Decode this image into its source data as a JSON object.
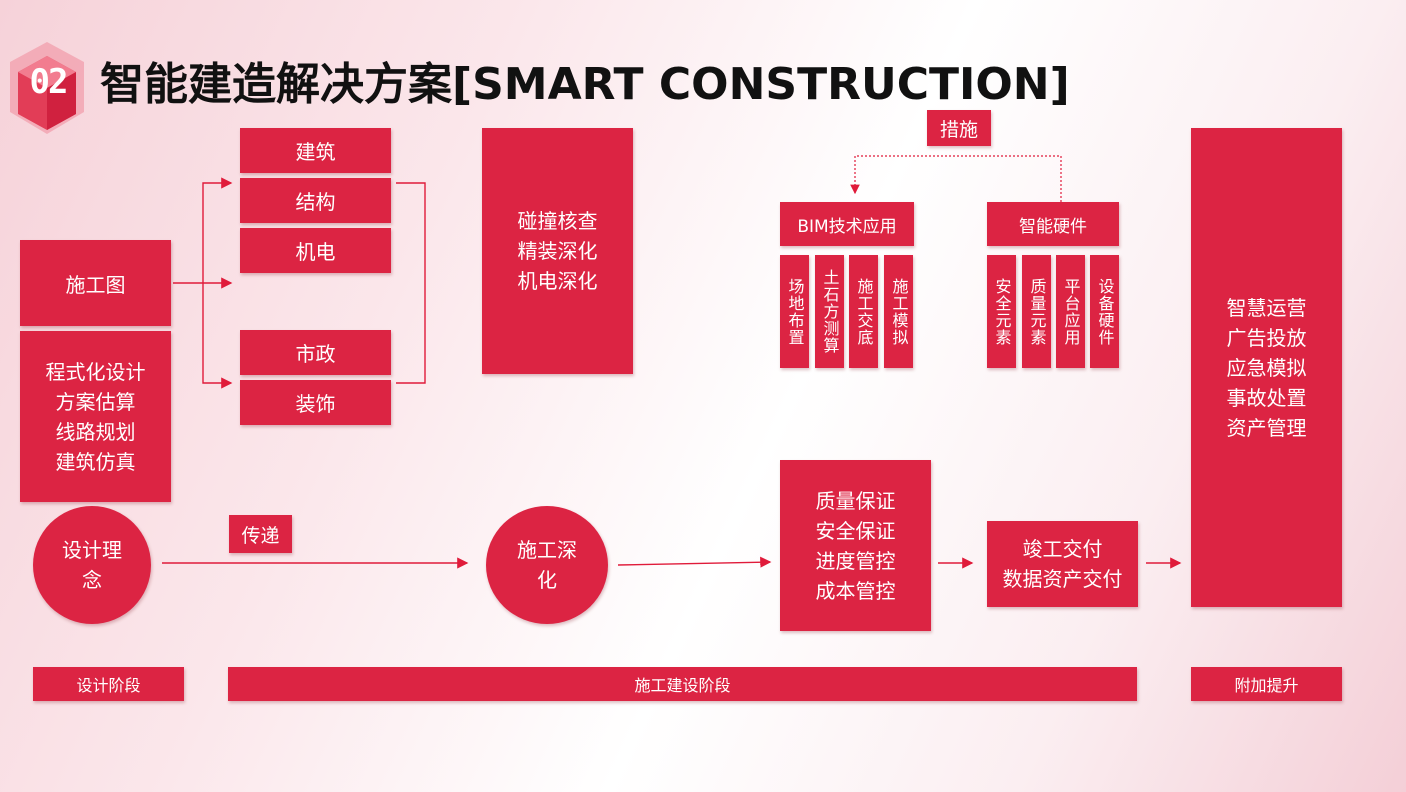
{
  "header": {
    "section_number": "02",
    "title": "智能建造解决方案[SMART CONSTRUCTION]"
  },
  "nodes": {
    "construction_drawing": "施工图",
    "design_features": "程式化设计\n方案估算\n线路规划\n建筑仿真",
    "architecture": "建筑",
    "structure": "结构",
    "mep": "机电",
    "municipal": "市政",
    "decoration": "装饰",
    "clash_check": "碰撞核查\n精装深化\n机电深化",
    "measures": "措施",
    "bim_app": "BIM技术应用",
    "smart_hw": "智能硬件",
    "bim_items": [
      "场地布置",
      "土石方测算",
      "施工交底",
      "施工模拟"
    ],
    "hw_items": [
      "安全元素",
      "质量元素",
      "平台应用",
      "设备硬件"
    ],
    "design_concept": "设计理\n念",
    "transfer": "传递",
    "construction_deepening": "施工深\n化",
    "quality_control": "质量保证\n安全保证\n进度管控\n成本管控",
    "completion": "竣工交付\n数据资产交付",
    "smart_ops": "智慧运营\n广告投放\n应急模拟\n事故处置\n资产管理"
  },
  "stages": {
    "design": "设计阶段",
    "construction": "施工建设阶段",
    "addon": "附加提升"
  },
  "colors": {
    "primary": "#dc2443",
    "line": "#e01b3a",
    "title": "#111111"
  }
}
